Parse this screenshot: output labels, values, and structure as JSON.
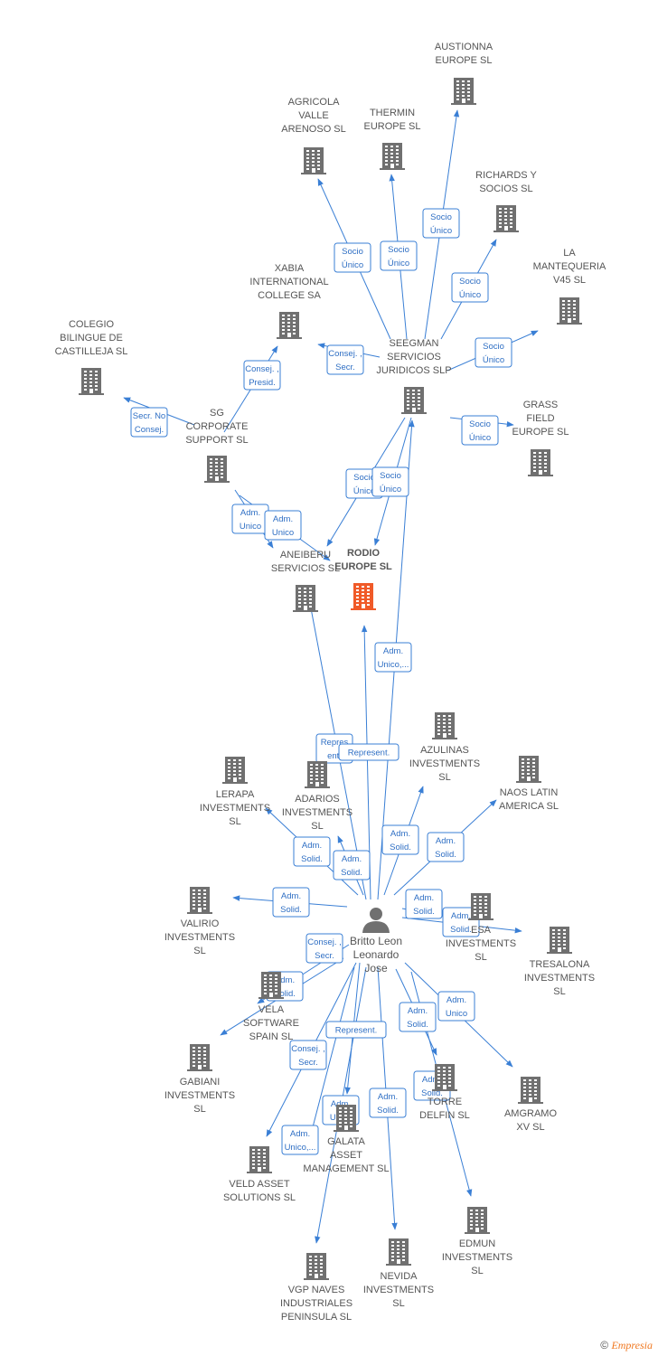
{
  "diagram": {
    "colors": {
      "node": "#707070",
      "focus_node": "#f05a28",
      "edge": "#3a7fd5",
      "label": "#555555"
    },
    "nodes": [
      {
        "id": "austionna",
        "label": [
          "AUSTIONNA",
          "EUROPE  SL"
        ]
      },
      {
        "id": "agricola",
        "label": [
          "AGRICOLA",
          "VALLE",
          "ARENOSO  SL"
        ]
      },
      {
        "id": "thermin",
        "label": [
          "THERMIN",
          "EUROPE  SL"
        ]
      },
      {
        "id": "richards",
        "label": [
          "RICHARDS Y",
          "SOCIOS  SL"
        ]
      },
      {
        "id": "mantequeria",
        "label": [
          "LA",
          "MANTEQUERIA",
          "V45  SL"
        ]
      },
      {
        "id": "xabia",
        "label": [
          "XABIA",
          "INTERNATIONAL",
          "COLLEGE SA"
        ]
      },
      {
        "id": "colegio",
        "label": [
          "COLEGIO",
          "BILINGUE DE",
          "CASTILLEJA SL"
        ]
      },
      {
        "id": "seegman",
        "label": [
          "SEEGMAN",
          "SERVICIOS",
          "JURIDICOS  SLP"
        ]
      },
      {
        "id": "grass",
        "label": [
          "GRASS",
          "FIELD",
          "EUROPE  SL"
        ]
      },
      {
        "id": "sg",
        "label": [
          "SG",
          "CORPORATE",
          "SUPPORT  SL"
        ]
      },
      {
        "id": "aneiberu",
        "label": [
          "ANEIBERU",
          "SERVICIOS  SL"
        ]
      },
      {
        "id": "rodio",
        "label": [
          "RODIO",
          "EUROPE  SL"
        ],
        "focus": true
      },
      {
        "id": "azulinas",
        "label": [
          "AZULINAS",
          "INVESTMENTS",
          "SL"
        ]
      },
      {
        "id": "lerapa",
        "label": [
          "LERAPA",
          "INVESTMENTS",
          "SL"
        ]
      },
      {
        "id": "adarios",
        "label": [
          "ADARIOS",
          "INVESTMENTS",
          "SL"
        ]
      },
      {
        "id": "naos",
        "label": [
          "NAOS LATIN",
          "AMERICA  SL"
        ]
      },
      {
        "id": "valirio",
        "label": [
          "VALIRIO",
          "INVESTMENTS",
          "SL"
        ]
      },
      {
        "id": "person",
        "label": [
          "Britto Leon",
          "Leonardo",
          "Jose"
        ],
        "person": true
      },
      {
        "id": "mesa",
        "label": [
          "ESA",
          "INVESTMENTS",
          "SL"
        ]
      },
      {
        "id": "tresalona",
        "label": [
          "TRESALONA",
          "INVESTMENTS",
          "SL"
        ]
      },
      {
        "id": "vela",
        "label": [
          "VELA",
          "SOFTWARE",
          "SPAIN  SL"
        ]
      },
      {
        "id": "gabiani",
        "label": [
          "GABIANI",
          "INVESTMENTS",
          "SL"
        ]
      },
      {
        "id": "torre",
        "label": [
          "TORRE",
          "DELFIN  SL"
        ]
      },
      {
        "id": "amgramo",
        "label": [
          "AMGRAMO",
          "XV  SL"
        ]
      },
      {
        "id": "galata",
        "label": [
          "GALATA",
          "ASSET",
          "MANAGEMENT SL"
        ]
      },
      {
        "id": "veld",
        "label": [
          "VELD ASSET",
          "SOLUTIONS  SL"
        ]
      },
      {
        "id": "edmun",
        "label": [
          "EDMUN",
          "INVESTMENTS",
          "SL"
        ]
      },
      {
        "id": "vgp",
        "label": [
          "VGP NAVES",
          "INDUSTRIALES",
          "PENINSULA  SL"
        ]
      },
      {
        "id": "nevida",
        "label": [
          "NEVIDA",
          "INVESTMENTS",
          "SL"
        ]
      }
    ],
    "edges": [
      {
        "from": "seegman",
        "to": "austionna",
        "label": [
          "Socio",
          "Único"
        ]
      },
      {
        "from": "seegman",
        "to": "agricola",
        "label": [
          "Socio",
          "Único"
        ]
      },
      {
        "from": "seegman",
        "to": "thermin",
        "label": [
          "Socio",
          "Único"
        ]
      },
      {
        "from": "seegman",
        "to": "richards",
        "label": [
          "Socio",
          "Único"
        ]
      },
      {
        "from": "seegman",
        "to": "mantequeria",
        "label": [
          "Socio",
          "Único"
        ]
      },
      {
        "from": "seegman",
        "to": "xabia",
        "label": [
          "Consej. ,",
          "Secr."
        ]
      },
      {
        "from": "sg",
        "to": "xabia",
        "label": [
          "Consej. ,",
          "Presid."
        ]
      },
      {
        "from": "sg",
        "to": "colegio",
        "label": [
          "Secr.  No",
          "Consej."
        ]
      },
      {
        "from": "seegman",
        "to": "grass",
        "label": [
          "Socio",
          "Único"
        ]
      },
      {
        "from": "seegman",
        "to": "aneiberu",
        "label": [
          "Socio",
          "Único"
        ]
      },
      {
        "from": "seegman",
        "to": "rodio",
        "label": [
          "Socio",
          "Único"
        ]
      },
      {
        "from": "sg",
        "to": "aneiberu",
        "label": [
          "Adm.",
          "Unico"
        ]
      },
      {
        "from": "sg",
        "to": "rodio",
        "label": [
          "Adm.",
          "Unico"
        ]
      },
      {
        "from": "person",
        "to": "seegman",
        "label": [
          "Adm.",
          "Unico,..."
        ]
      },
      {
        "from": "person",
        "to": "aneiberu",
        "label": [
          "Repres",
          "ent."
        ]
      },
      {
        "from": "person",
        "to": "rodio",
        "label": [
          "Represent."
        ]
      },
      {
        "from": "person",
        "to": "azulinas",
        "label": [
          "Adm.",
          "Solid."
        ]
      },
      {
        "from": "person",
        "to": "lerapa",
        "label": [
          "Adm.",
          "Solid."
        ]
      },
      {
        "from": "person",
        "to": "adarios",
        "label": [
          "Adm.",
          "Solid."
        ]
      },
      {
        "from": "person",
        "to": "naos",
        "label": [
          "Adm.",
          "Solid."
        ]
      },
      {
        "from": "person",
        "to": "valirio",
        "label": [
          "Adm.",
          "Solid."
        ]
      },
      {
        "from": "person",
        "to": "mesa",
        "label": [
          "Adm.",
          "Solid."
        ]
      },
      {
        "from": "person",
        "to": "tresalona",
        "label": [
          "Adm.",
          "Solid."
        ]
      },
      {
        "from": "person",
        "to": "vela",
        "label": [
          "Consej. ,",
          "Secr."
        ]
      },
      {
        "from": "person",
        "to": "gabiani",
        "label": [
          "Adm.",
          "Solid."
        ]
      },
      {
        "from": "person",
        "to": "galata",
        "label": [
          "Represent."
        ]
      },
      {
        "from": "person",
        "to": "veld",
        "label": [
          "Consej. ,",
          "Secr."
        ]
      },
      {
        "from": "person",
        "to": "veld",
        "label": [
          "Adm.",
          "Unico,..."
        ]
      },
      {
        "from": "person",
        "to": "torre",
        "label": [
          "Adm.",
          "Solid."
        ]
      },
      {
        "from": "person",
        "to": "amgramo",
        "label": [
          "Adm.",
          "Unico"
        ]
      },
      {
        "from": "person",
        "to": "vgp",
        "label": [
          "Adm.",
          "Unico"
        ]
      },
      {
        "from": "person",
        "to": "nevida",
        "label": [
          "Adm.",
          "Solid."
        ]
      },
      {
        "from": "person",
        "to": "edmun",
        "label": [
          "Adm.",
          "Solid."
        ]
      }
    ]
  },
  "footer": {
    "copyright_symbol": "©",
    "brand": "Empresia"
  }
}
